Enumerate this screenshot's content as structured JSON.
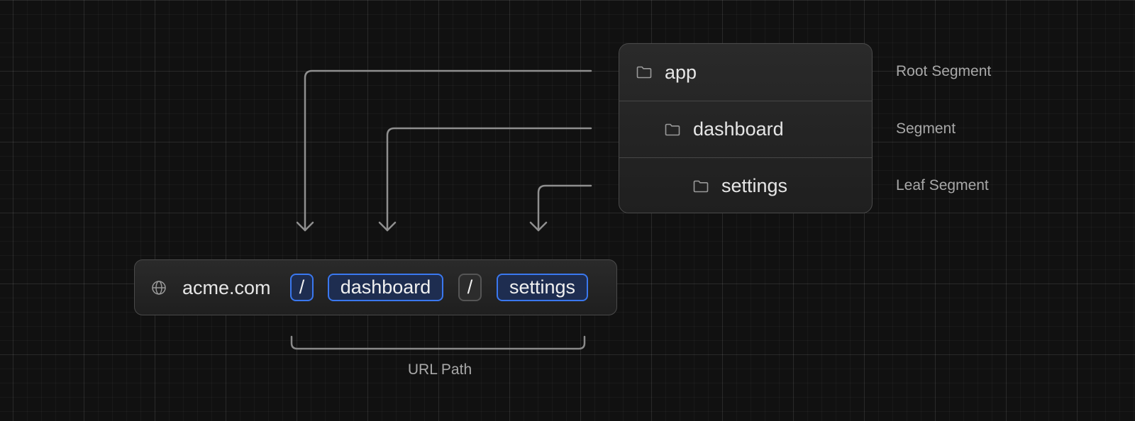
{
  "tree": {
    "rows": [
      {
        "label": "app",
        "segment": "Root Segment"
      },
      {
        "label": "dashboard",
        "segment": "Segment"
      },
      {
        "label": "settings",
        "segment": "Leaf Segment"
      }
    ]
  },
  "url_bar": {
    "domain": "acme.com",
    "chips": [
      {
        "text": "/",
        "state": "active"
      },
      {
        "text": "dashboard",
        "state": "active"
      },
      {
        "text": "/",
        "state": "inactive"
      },
      {
        "text": "settings",
        "state": "active"
      }
    ]
  },
  "url_path_label": "URL Path",
  "icons": {
    "tree_icon": "folder-icon",
    "url_icon": "globe-icon"
  },
  "colors": {
    "background": "#111111",
    "active_chip_border": "#3a78ef",
    "active_chip_fill": "#1e2d50",
    "inactive_chip_border": "#555555",
    "connector": "#8f8f8f"
  }
}
